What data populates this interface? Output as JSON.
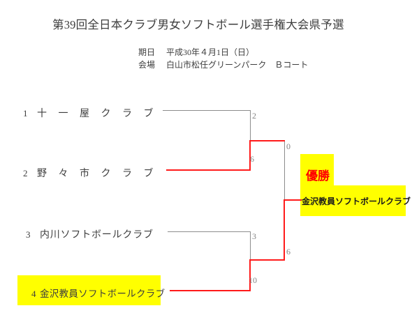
{
  "page": {
    "title": "第39回全日本クラブ男女ソフトボール選手権大会県予選"
  },
  "meta": {
    "date_label": "期日",
    "date_value": "平成30年４月1日（日）",
    "venue_label": "会場",
    "venue_value": "白山市松任グリーンパーク　Ｂコート"
  },
  "bracket": {
    "teams": [
      {
        "seed": "1",
        "name": "十一屋クラブ",
        "highlighted": false
      },
      {
        "seed": "2",
        "name": "野々市クラブ",
        "highlighted": false
      },
      {
        "seed": "3",
        "name": "内川ソフトボールクラブ",
        "highlighted": false
      },
      {
        "seed": "4",
        "name": "金沢教員ソフトボールクラブ",
        "highlighted": true
      }
    ],
    "matches": [
      {
        "id": "semifinal-1",
        "top_team": "十一屋クラブ",
        "top_score": "2",
        "bottom_team": "野々市クラブ",
        "bottom_score": "6",
        "winner_side": "bottom",
        "winner": "野々市クラブ"
      },
      {
        "id": "semifinal-2",
        "top_team": "内川ソフトボールクラブ",
        "top_score": "3",
        "bottom_team": "金沢教員ソフトボールクラブ",
        "bottom_score": "10",
        "winner_side": "bottom",
        "winner": "金沢教員ソフトボールクラブ"
      },
      {
        "id": "final",
        "top_team": "野々市クラブ",
        "top_score": "0",
        "bottom_team": "金沢教員ソフトボールクラブ",
        "bottom_score": "6",
        "winner_side": "bottom",
        "winner": "金沢教員ソフトボールクラブ"
      }
    ],
    "champion": {
      "label": "優勝",
      "name": "金沢教員ソフトボールクラブ"
    }
  },
  "colors": {
    "winner_path": "#ff1a1a",
    "bracket_line": "#8c8c8c",
    "score_text": "#848484",
    "highlight": "#ffff00",
    "champion_label_text": "#ff0000",
    "body_text": "#3d3d3d"
  }
}
